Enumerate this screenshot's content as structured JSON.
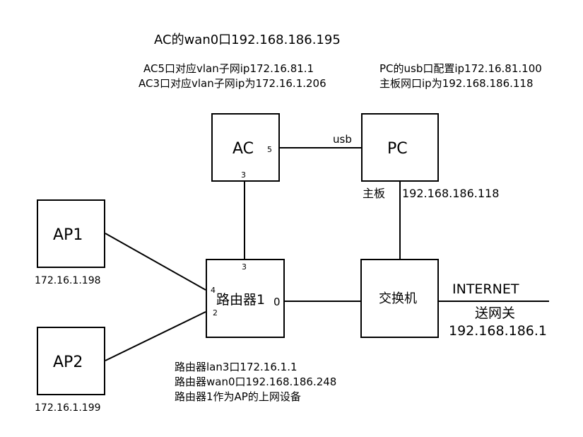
{
  "annotations": {
    "ac_wan": "AC的wan0口192.168.186.195",
    "ac_port5": "AC5口对应vlan子网ip172.16.81.1",
    "ac_port3": "AC3口对应vlan子网ip为172.16.1.206",
    "pc_usb": "PC的usb口配置ip172.16.81.100",
    "pc_board": "主板网口ip为192.168.186.118",
    "router_lan": "路由器lan3口172.16.1.1",
    "router_wan": "路由器wan0口192.168.186.248",
    "router_role": "路由器1作为AP的上网设备"
  },
  "nodes": {
    "ac": {
      "label": "AC",
      "port_right": "5",
      "port_bottom": "3"
    },
    "pc": {
      "label": "PC"
    },
    "ap1": {
      "label": "AP1",
      "ip": "172.16.1.198"
    },
    "ap2": {
      "label": "AP2",
      "ip": "172.16.1.199"
    },
    "router": {
      "label": "路由器1",
      "port_top": "3",
      "port_left_top": "4",
      "port_left_bottom": "2",
      "port_right": "0"
    },
    "switch": {
      "label": "交换机"
    }
  },
  "links": {
    "ac_pc": "usb",
    "pc_switch_side": "主板",
    "pc_switch_ip": "192.168.186.118"
  },
  "internet": {
    "label": "INTERNET",
    "gateway_label": "送网关",
    "gateway_ip": "192.168.186.1"
  }
}
